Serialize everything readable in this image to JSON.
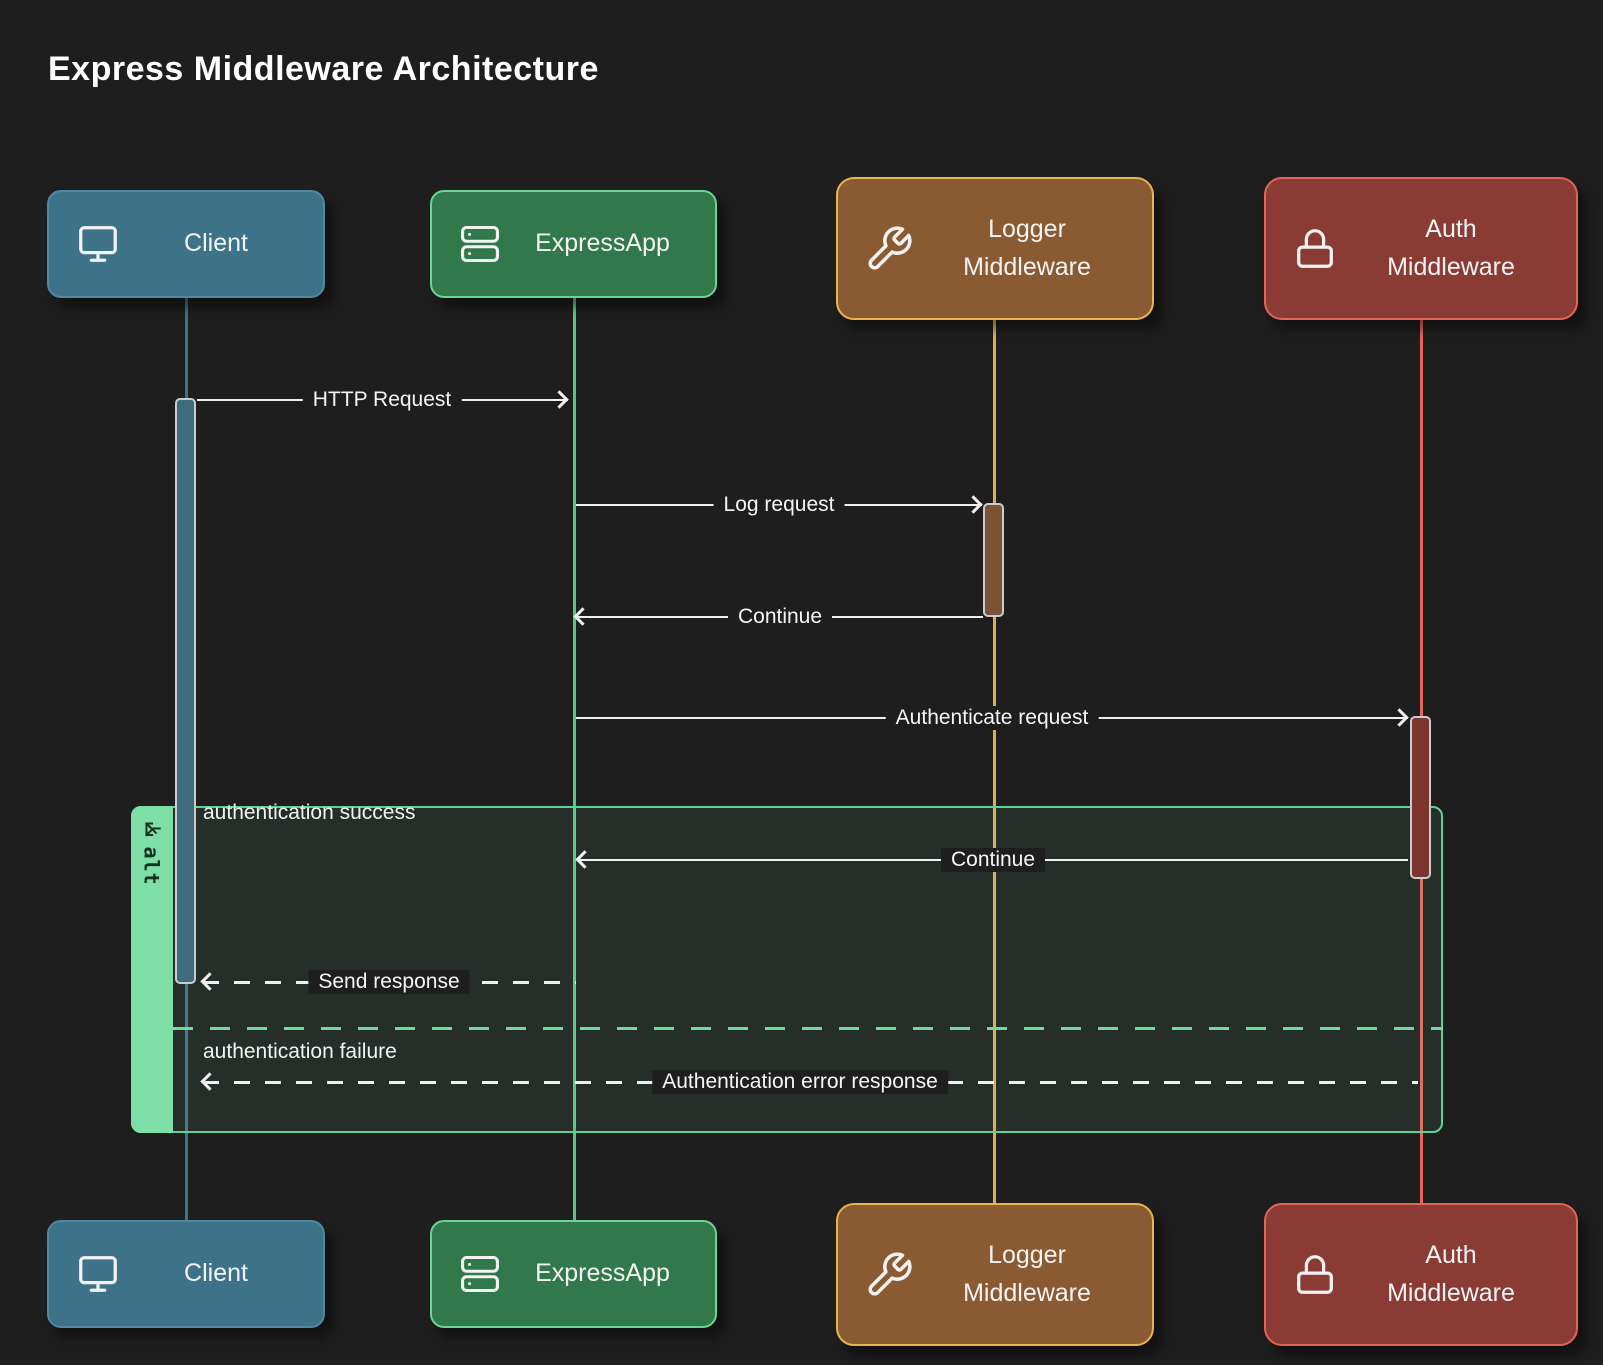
{
  "title": "Express Middleware Architecture",
  "diagram_type": "sequence",
  "actors": [
    {
      "id": "client",
      "label": "Client",
      "icon": "monitor-icon",
      "fill": "#3e7289",
      "border": "#4f88a0",
      "lifeline_color": "#3e7389"
    },
    {
      "id": "express",
      "label": "ExpressApp",
      "icon": "server-icon",
      "fill": "#31784b",
      "border": "#6bd595",
      "lifeline_color": "#5ec28e"
    },
    {
      "id": "logger",
      "label": "Logger Middleware",
      "icon": "wrench-icon",
      "fill": "#8a5a33",
      "border": "#eab54e",
      "lifeline_color": "#e6ab4e"
    },
    {
      "id": "auth",
      "label": "Auth Middleware",
      "icon": "lock-icon",
      "fill": "#8a3b34",
      "border": "#e2645b",
      "lifeline_color": "#e5675f"
    }
  ],
  "messages": [
    {
      "label": "HTTP Request",
      "from": "Client",
      "to": "ExpressApp",
      "style": "solid",
      "direction": "right"
    },
    {
      "label": "Log request",
      "from": "ExpressApp",
      "to": "Logger Middleware",
      "style": "solid",
      "direction": "right"
    },
    {
      "label": "Continue",
      "from": "Logger Middleware",
      "to": "ExpressApp",
      "style": "solid",
      "direction": "left"
    },
    {
      "label": "Authenticate request",
      "from": "ExpressApp",
      "to": "Auth Middleware",
      "style": "solid",
      "direction": "right"
    },
    {
      "label": "Continue",
      "from": "Auth Middleware",
      "to": "ExpressApp",
      "style": "solid",
      "direction": "left"
    },
    {
      "label": "Send response",
      "from": "ExpressApp",
      "to": "Client",
      "style": "dashed",
      "direction": "left"
    },
    {
      "label": "Authentication error response",
      "from": "Auth Middleware",
      "to": "Client",
      "style": "dashed",
      "direction": "left"
    }
  ],
  "alt": {
    "label": "alt",
    "sections": [
      "authentication success",
      "authentication failure"
    ],
    "strip_color": "#7ddfa5",
    "border_color": "#5ed492"
  },
  "colors": {
    "background": "#1e1e1e",
    "text": "#f2f2f2",
    "arrow": "#f0f0f0",
    "activation_border": "#c9cdcf"
  }
}
